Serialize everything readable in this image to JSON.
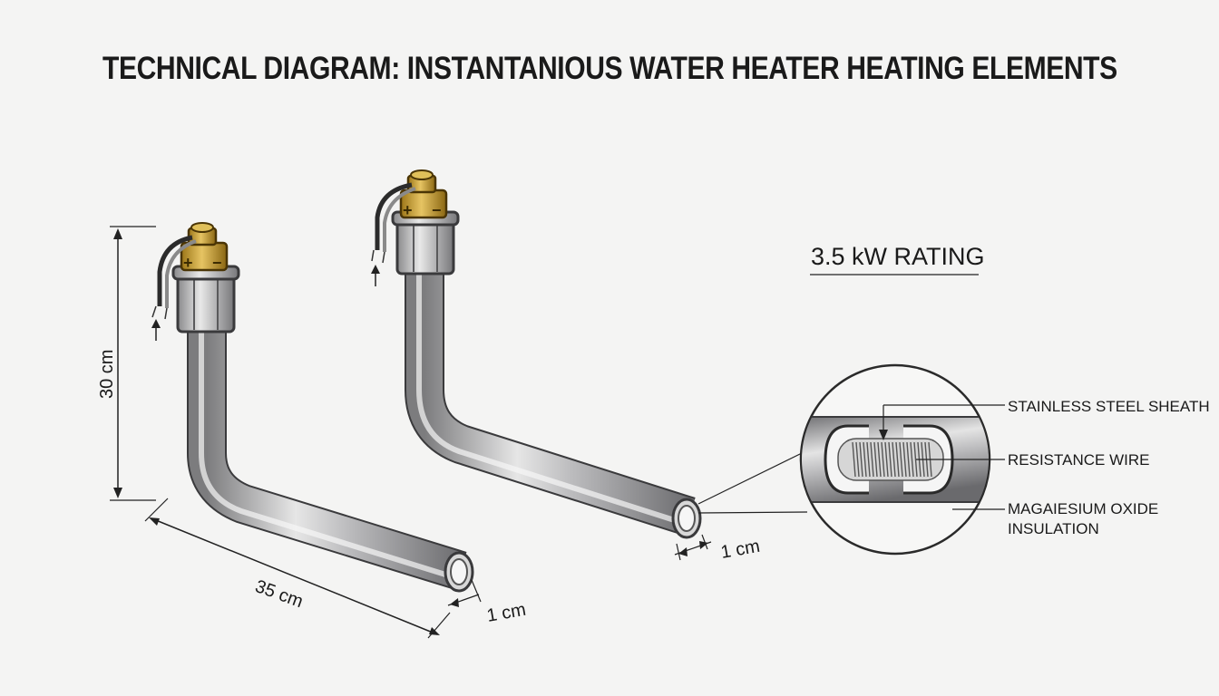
{
  "title": "TECHNICAL DIAGRAM: INSTANTANIOUS WATER HEATER HEATING ELEMENTS",
  "rating": "3.5 kW RATING",
  "dimensions": {
    "height": "30 cm",
    "length": "35 cm",
    "diameter_left": "1 cm",
    "diameter_right": "1 cm"
  },
  "terminal_signs": {
    "plus": "+",
    "minus": "−"
  },
  "callouts": {
    "sheath": "STAINLESS STEEL SHEATH",
    "wire": "RESISTANCE WIRE",
    "insulation_line1": "MAGAIESIUM OXIDE",
    "insulation_line2": "INSULATION"
  },
  "colors": {
    "tube": "#b9b9bb",
    "brass": "#c9a23a",
    "ink": "#1a1a1a"
  }
}
